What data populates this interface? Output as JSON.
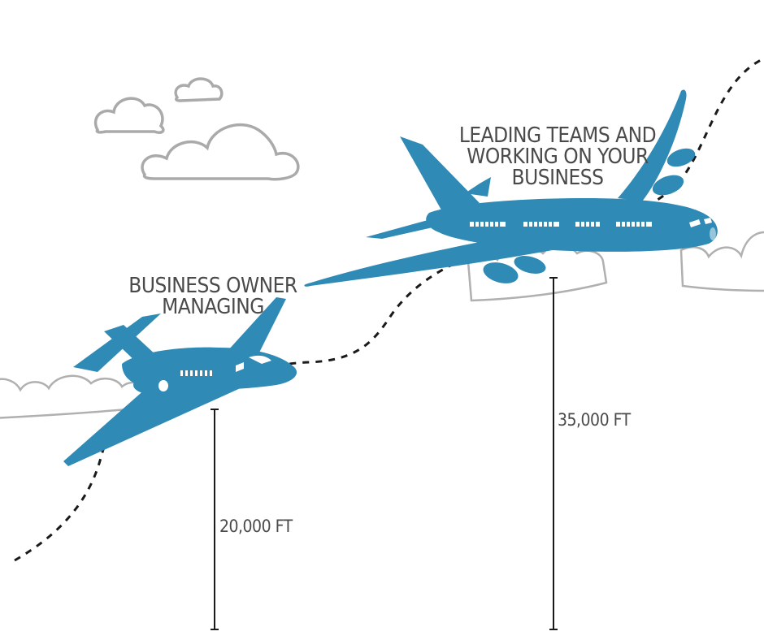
{
  "labels": {
    "small_plane_line1": "BUSINESS OWNER",
    "small_plane_line2": "MANAGING",
    "big_plane_line1": "LEADING TEAMS AND",
    "big_plane_line2": "WORKING ON YOUR",
    "big_plane_line3": "BUSINESS"
  },
  "altitudes": {
    "small_plane": "20,000 FT",
    "big_plane": "35,000 FT"
  },
  "colors": {
    "plane": "#2f8ab5",
    "text": "#4a4a4a",
    "cloud_outline": "#aaaaaa"
  },
  "icons": [
    "cloud-icon",
    "business-jet-icon",
    "airliner-icon"
  ]
}
